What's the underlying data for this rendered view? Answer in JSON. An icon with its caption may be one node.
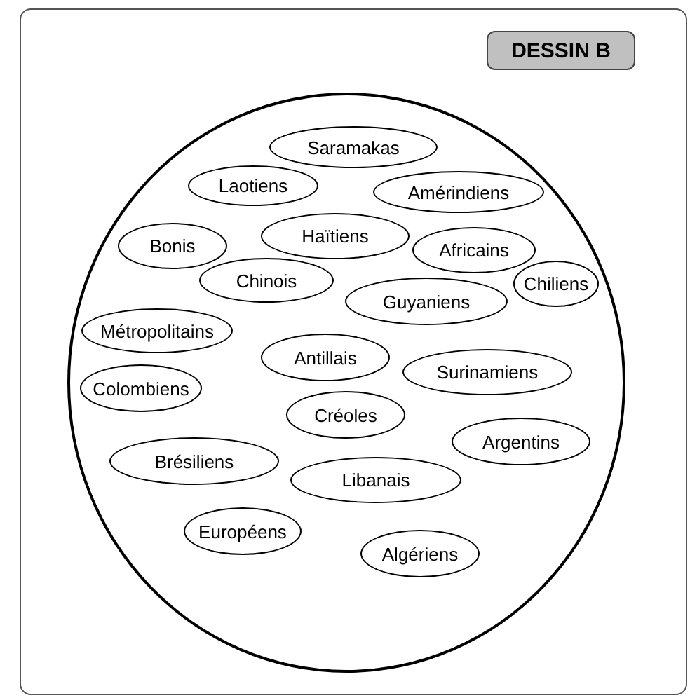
{
  "diagram": {
    "nodes": [
      {
        "text": [
          "DESSIN B"
        ]
      },
      {
        "text": [],
        "shape": "circle"
      },
      {
        "text": [
          "Saramakas"
        ],
        "in": 1
      },
      {
        "text": [
          "Laotiens"
        ],
        "in": 1
      },
      {
        "text": [
          "Amérindiens"
        ],
        "in": 1
      },
      {
        "text": [
          "Bonis"
        ],
        "in": 1
      },
      {
        "text": [
          "Haïtiens"
        ],
        "in": 1
      },
      {
        "text": [
          "Africains"
        ],
        "in": 1
      },
      {
        "text": [
          "Chinois"
        ],
        "in": 1
      },
      {
        "text": [
          "Chiliens"
        ],
        "in": 1
      },
      {
        "text": [
          "Guyaniens"
        ],
        "in": 1
      },
      {
        "text": [
          "Métropolitains"
        ],
        "in": 1
      },
      {
        "text": [
          "Antillais"
        ],
        "in": 1
      },
      {
        "text": [
          "Surinamiens"
        ],
        "in": 1
      },
      {
        "text": [
          "Colombiens"
        ],
        "in": 1
      },
      {
        "text": [
          "Créoles"
        ],
        "in": 1
      },
      {
        "text": [
          "Argentins"
        ],
        "in": 1
      },
      {
        "text": [
          "Brésiliens"
        ],
        "in": 1
      },
      {
        "text": [
          "Libanais"
        ],
        "in": 1
      },
      {
        "text": [
          "Européens"
        ],
        "in": 1
      },
      {
        "text": [
          "Algériens"
        ],
        "in": 1
      }
    ]
  }
}
